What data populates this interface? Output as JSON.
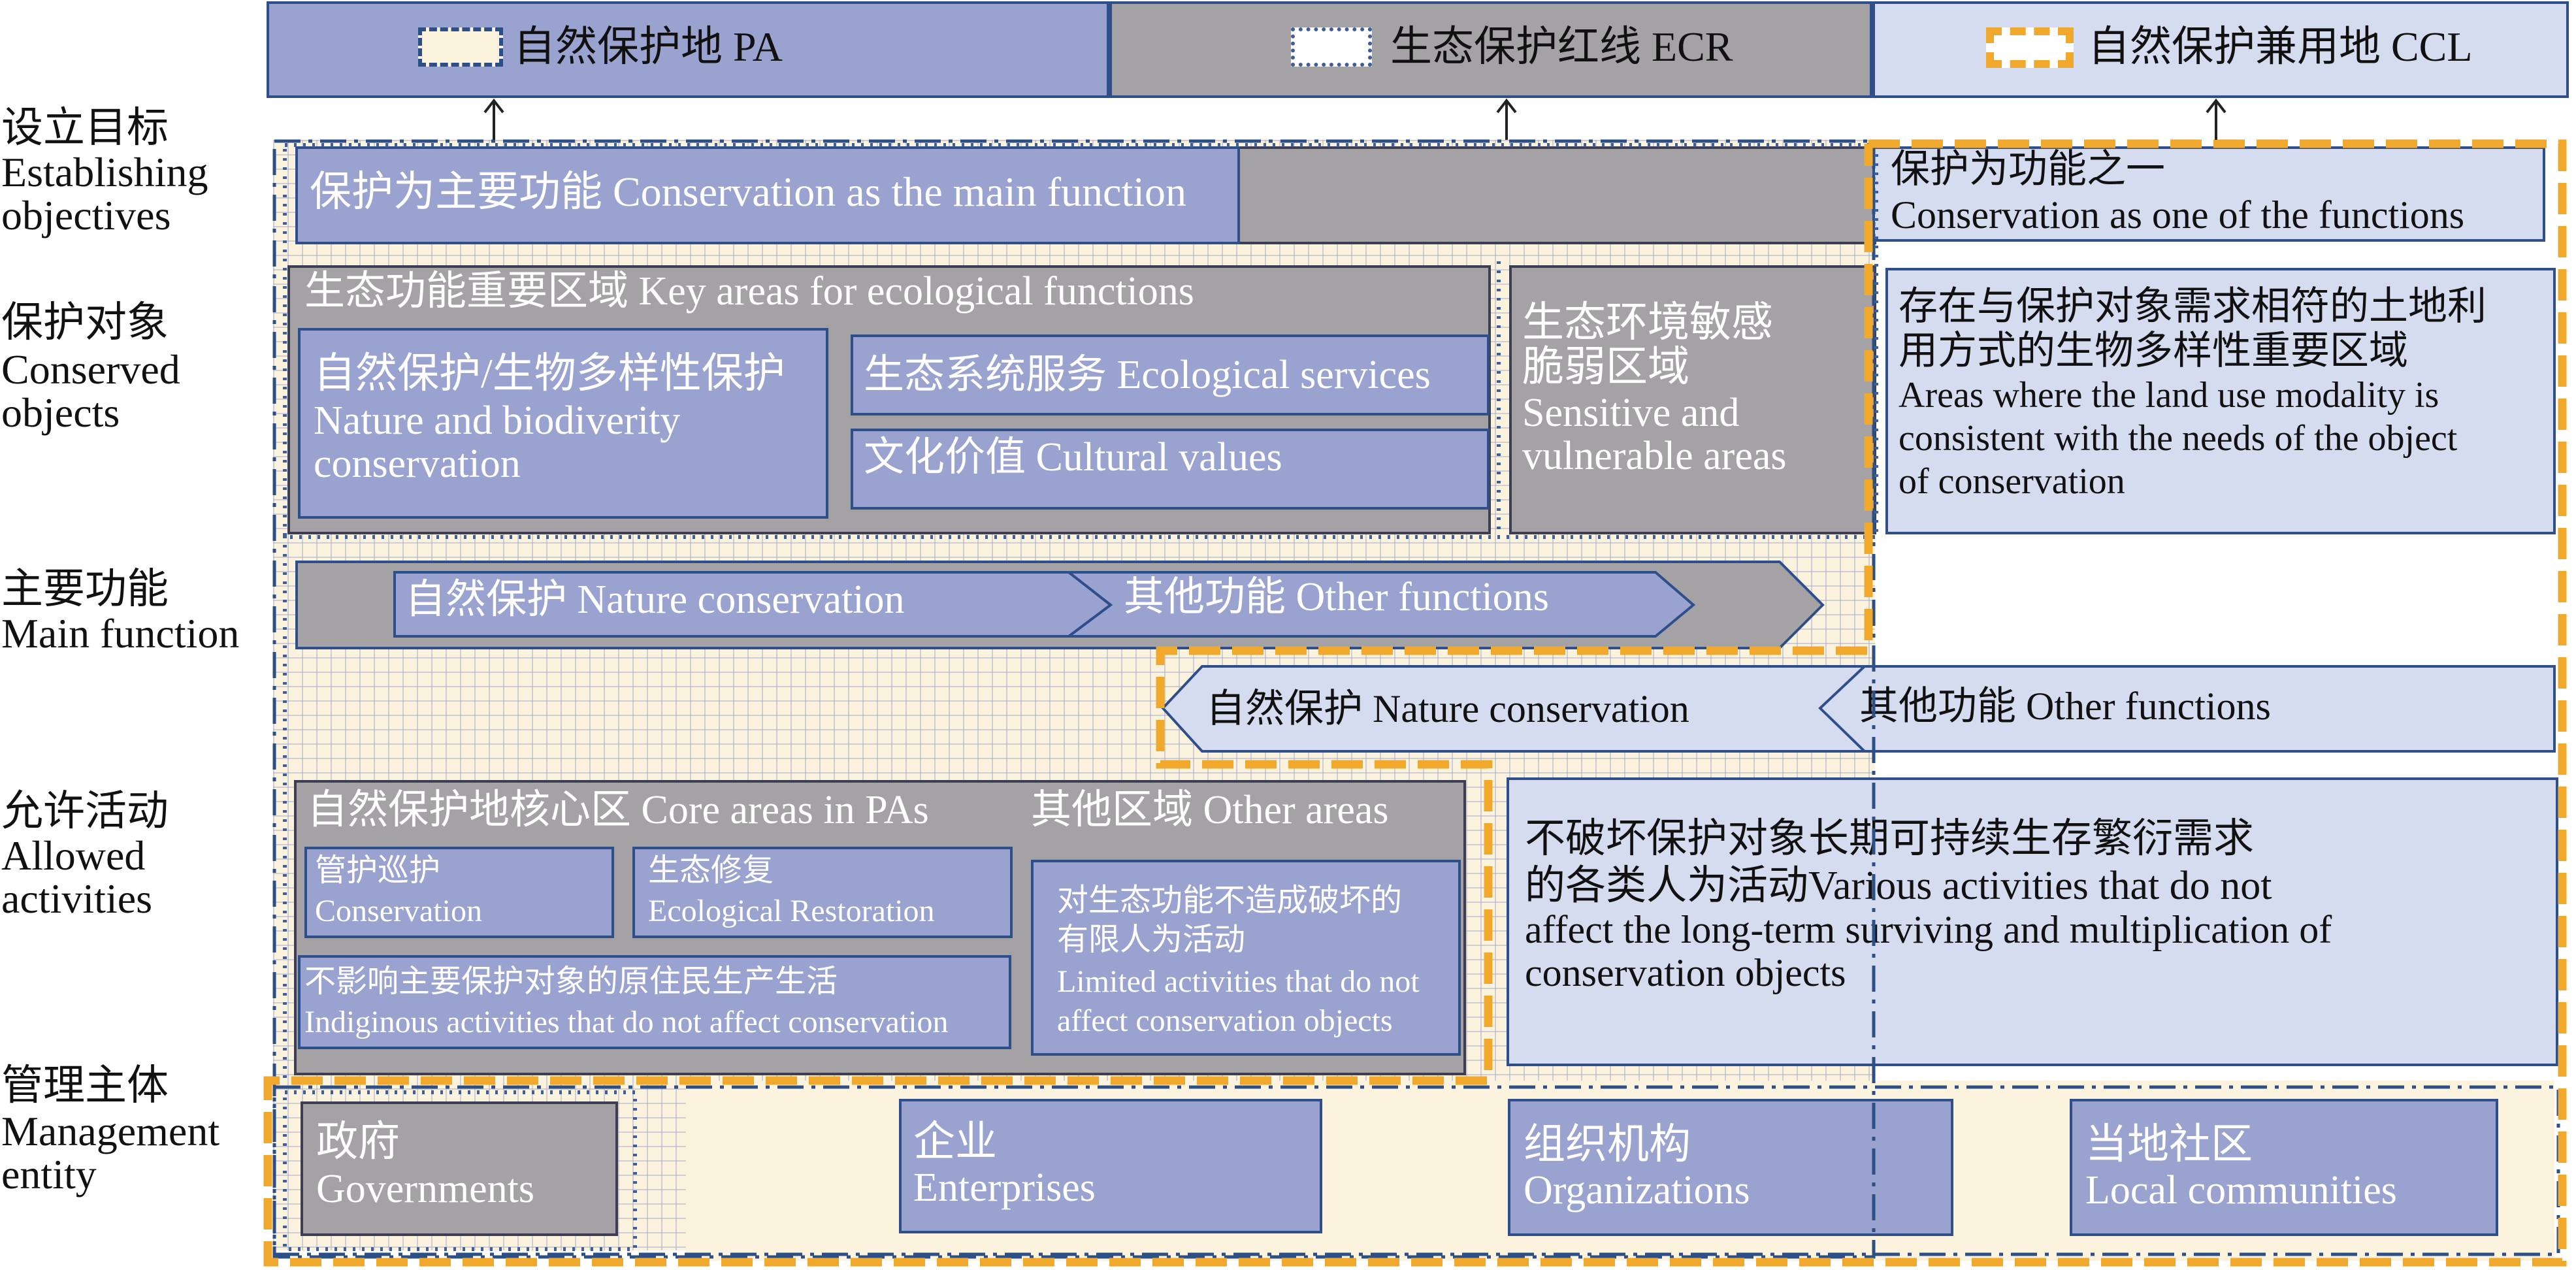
{
  "header": {
    "pa": "自然保护地 PA",
    "ecr": "生态保护红线 ECR",
    "ccl": "自然保护兼用地 CCL"
  },
  "lanes": {
    "objectives": {
      "zh": "设立目标",
      "en1": "Establishing",
      "en2": "objectives"
    },
    "objects": {
      "zh": "保护对象",
      "en1": "Conserved",
      "en2": "objects"
    },
    "function": {
      "zh": "主要功能",
      "en1": "Main function"
    },
    "activities": {
      "zh": "允许活动",
      "en1": "Allowed",
      "en2": "activities"
    },
    "management": {
      "zh": "管理主体",
      "en1": "Management",
      "en2": "entity"
    }
  },
  "objectives": {
    "main": "保护为主要功能 Conservation as the main function",
    "ccl_zh": "保护为功能之一",
    "ccl_en": "Conservation as one of the functions"
  },
  "objects": {
    "key_areas": "生态功能重要区域 Key areas for ecological functions",
    "nature_zh": "自然保护/生物多样性保护",
    "nature_en1": "Nature and biodiverity",
    "nature_en2": "conservation",
    "eco_services": "生态系统服务 Ecological services",
    "cultural": "文化价值 Cultural values",
    "sensitive_zh1": "生态环境敏感",
    "sensitive_zh2": "脆弱区域",
    "sensitive_en1": "Sensitive and",
    "sensitive_en2": "vulnerable areas",
    "ccl_zh1": "存在与保护对象需求相符的土地利",
    "ccl_zh2": "用方式的生物多样性重要区域",
    "ccl_en1": "Areas where the land use modality is",
    "ccl_en2": "consistent with the needs of the object",
    "ccl_en3": "of conservation"
  },
  "function": {
    "pa_nature": "自然保护 Nature conservation",
    "pa_other": "其他功能 Other functions",
    "ccl_nature": "自然保护 Nature conservation",
    "ccl_other": "其他功能 Other functions"
  },
  "activities": {
    "core": "自然保护地核心区 Core areas in PAs",
    "patrol_zh": "管护巡护",
    "patrol_en": "Conservation",
    "restore_zh": "生态修复",
    "restore_en": "Ecological Restoration",
    "indig_zh": "不影响主要保护对象的原住民生产生活",
    "indig_en": "Indiginous activities that do not affect conservation",
    "other_areas": "其他区域 Other areas",
    "limited_zh1": "对生态功能不造成破坏的",
    "limited_zh2": "有限人为活动",
    "limited_en1": "Limited activities that do not",
    "limited_en2": "affect conservation objects",
    "ccl_zh1": "不破坏保护对象长期可持续生存繁衍需求",
    "ccl_mix": "的各类人为活动Various activities that do not",
    "ccl_en2": "affect the long-term surviving and multiplication of",
    "ccl_en3": "conservation objects"
  },
  "management": {
    "gov_zh": "政府",
    "gov_en": "Governments",
    "ent_zh": "企业",
    "ent_en": "Enterprises",
    "org_zh": "组织机构",
    "org_en": "Organizations",
    "com_zh": "当地社区",
    "com_en": "Local communities"
  },
  "colors": {
    "pa_blue": "#9aa2d0",
    "ecr_grey": "#a5a2a6",
    "ccl_light": "#d6dcef",
    "ccl_orange": "#f0a92c",
    "border_blue": "#2f4f8a"
  }
}
